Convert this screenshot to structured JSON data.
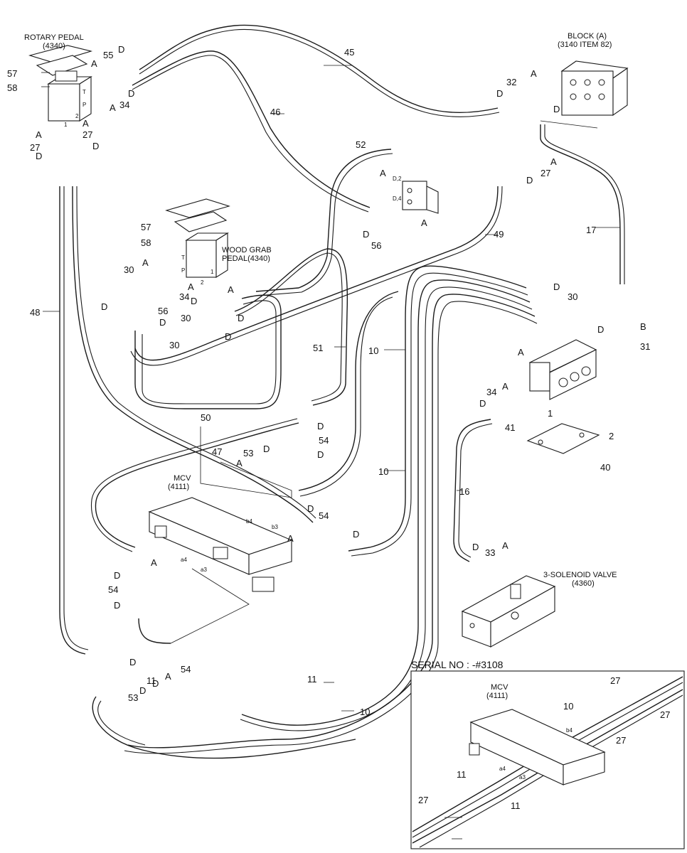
{
  "titles": {
    "rotary_pedal": "ROTARY PEDAL",
    "rotary_pedal_code": "(4340)",
    "block_a": "BLOCK (A)",
    "block_a_ref": "(3140 ITEM 82)",
    "wood_grab_1": "WOOD GRAB",
    "wood_grab_2": "PEDAL(4340)",
    "mcv": "MCV",
    "mcv_code": "(4111)",
    "solenoid_1": "3-SOLENOID VALVE",
    "solenoid_2": "(4360)",
    "serial": "SERIAL NO : -#3108",
    "inset_mcv": "MCV",
    "inset_mcv_code": "(4111)"
  },
  "port_marks": {
    "T": "T",
    "P": "P",
    "one": "1",
    "two": "2",
    "d2": "D,2",
    "d4": "D,4",
    "a4": "a4",
    "a3": "a3",
    "b4": "b4",
    "b3": "b3"
  },
  "callouts": [
    {
      "id": "c1",
      "text": "57"
    },
    {
      "id": "c2",
      "text": "58"
    },
    {
      "id": "c3",
      "text": "55"
    },
    {
      "id": "c4",
      "text": "D"
    },
    {
      "id": "c5",
      "text": "A"
    },
    {
      "id": "c6",
      "text": "D"
    },
    {
      "id": "c7",
      "text": "A"
    },
    {
      "id": "c8",
      "text": "34"
    },
    {
      "id": "c9",
      "text": "A"
    },
    {
      "id": "c10",
      "text": "A"
    },
    {
      "id": "c11",
      "text": "27"
    },
    {
      "id": "c12",
      "text": "27"
    },
    {
      "id": "c13",
      "text": "D"
    },
    {
      "id": "c14",
      "text": "D"
    },
    {
      "id": "c15",
      "text": "45"
    },
    {
      "id": "c16",
      "text": "46"
    },
    {
      "id": "c17",
      "text": "A"
    },
    {
      "id": "c18",
      "text": "32"
    },
    {
      "id": "c19",
      "text": "D"
    },
    {
      "id": "c20",
      "text": "D"
    },
    {
      "id": "c21",
      "text": "A"
    },
    {
      "id": "c22",
      "text": "27"
    },
    {
      "id": "c23",
      "text": "D"
    },
    {
      "id": "c24",
      "text": "52"
    },
    {
      "id": "c25",
      "text": "A"
    },
    {
      "id": "c26",
      "text": "A"
    },
    {
      "id": "c27",
      "text": "D"
    },
    {
      "id": "c28",
      "text": "56"
    },
    {
      "id": "c29",
      "text": "49"
    },
    {
      "id": "c30",
      "text": "17"
    },
    {
      "id": "c31",
      "text": "57"
    },
    {
      "id": "c32",
      "text": "58"
    },
    {
      "id": "c33",
      "text": "30"
    },
    {
      "id": "c34",
      "text": "A"
    },
    {
      "id": "c35",
      "text": "A"
    },
    {
      "id": "c36",
      "text": "34"
    },
    {
      "id": "c37",
      "text": "D"
    },
    {
      "id": "c38",
      "text": "A"
    },
    {
      "id": "c39",
      "text": "D"
    },
    {
      "id": "c40",
      "text": "56"
    },
    {
      "id": "c41",
      "text": "30"
    },
    {
      "id": "c42",
      "text": "D"
    },
    {
      "id": "c43",
      "text": "D"
    },
    {
      "id": "c44",
      "text": "30"
    },
    {
      "id": "c45",
      "text": "D"
    },
    {
      "id": "c46",
      "text": "48"
    },
    {
      "id": "c47",
      "text": "51"
    },
    {
      "id": "c48",
      "text": "10"
    },
    {
      "id": "c49",
      "text": "D"
    },
    {
      "id": "c50",
      "text": "30"
    },
    {
      "id": "c51",
      "text": "D"
    },
    {
      "id": "c52",
      "text": "B"
    },
    {
      "id": "c53",
      "text": "31"
    },
    {
      "id": "c54",
      "text": "A"
    },
    {
      "id": "c55",
      "text": "34"
    },
    {
      "id": "c56",
      "text": "A"
    },
    {
      "id": "c57",
      "text": "D"
    },
    {
      "id": "c58",
      "text": "1"
    },
    {
      "id": "c59",
      "text": "41"
    },
    {
      "id": "c60",
      "text": "2"
    },
    {
      "id": "c61",
      "text": "40"
    },
    {
      "id": "c62",
      "text": "50"
    },
    {
      "id": "c63",
      "text": "D"
    },
    {
      "id": "c64",
      "text": "54"
    },
    {
      "id": "c65",
      "text": "D"
    },
    {
      "id": "c66",
      "text": "D"
    },
    {
      "id": "c67",
      "text": "53"
    },
    {
      "id": "c68",
      "text": "A"
    },
    {
      "id": "c69",
      "text": "47"
    },
    {
      "id": "c70",
      "text": "10"
    },
    {
      "id": "c71",
      "text": "16"
    },
    {
      "id": "c72",
      "text": "D"
    },
    {
      "id": "c73",
      "text": "54"
    },
    {
      "id": "c74",
      "text": "A"
    },
    {
      "id": "c75",
      "text": "D"
    },
    {
      "id": "c76",
      "text": "D"
    },
    {
      "id": "c77",
      "text": "33"
    },
    {
      "id": "c78",
      "text": "A"
    },
    {
      "id": "c79",
      "text": "A"
    },
    {
      "id": "c80",
      "text": "D"
    },
    {
      "id": "c81",
      "text": "54"
    },
    {
      "id": "c82",
      "text": "D"
    },
    {
      "id": "c83",
      "text": "D"
    },
    {
      "id": "c84",
      "text": "D"
    },
    {
      "id": "c85",
      "text": "53"
    },
    {
      "id": "c86",
      "text": "A"
    },
    {
      "id": "c87",
      "text": "54"
    },
    {
      "id": "c88",
      "text": "D"
    },
    {
      "id": "c89",
      "text": "11"
    },
    {
      "id": "c90",
      "text": "11"
    },
    {
      "id": "c91",
      "text": "10"
    },
    {
      "id": "c92",
      "text": "27"
    },
    {
      "id": "c93",
      "text": "10"
    },
    {
      "id": "c94",
      "text": "27"
    },
    {
      "id": "c95",
      "text": "27"
    },
    {
      "id": "c96",
      "text": "11"
    },
    {
      "id": "c97",
      "text": "27"
    },
    {
      "id": "c98",
      "text": "11"
    }
  ]
}
